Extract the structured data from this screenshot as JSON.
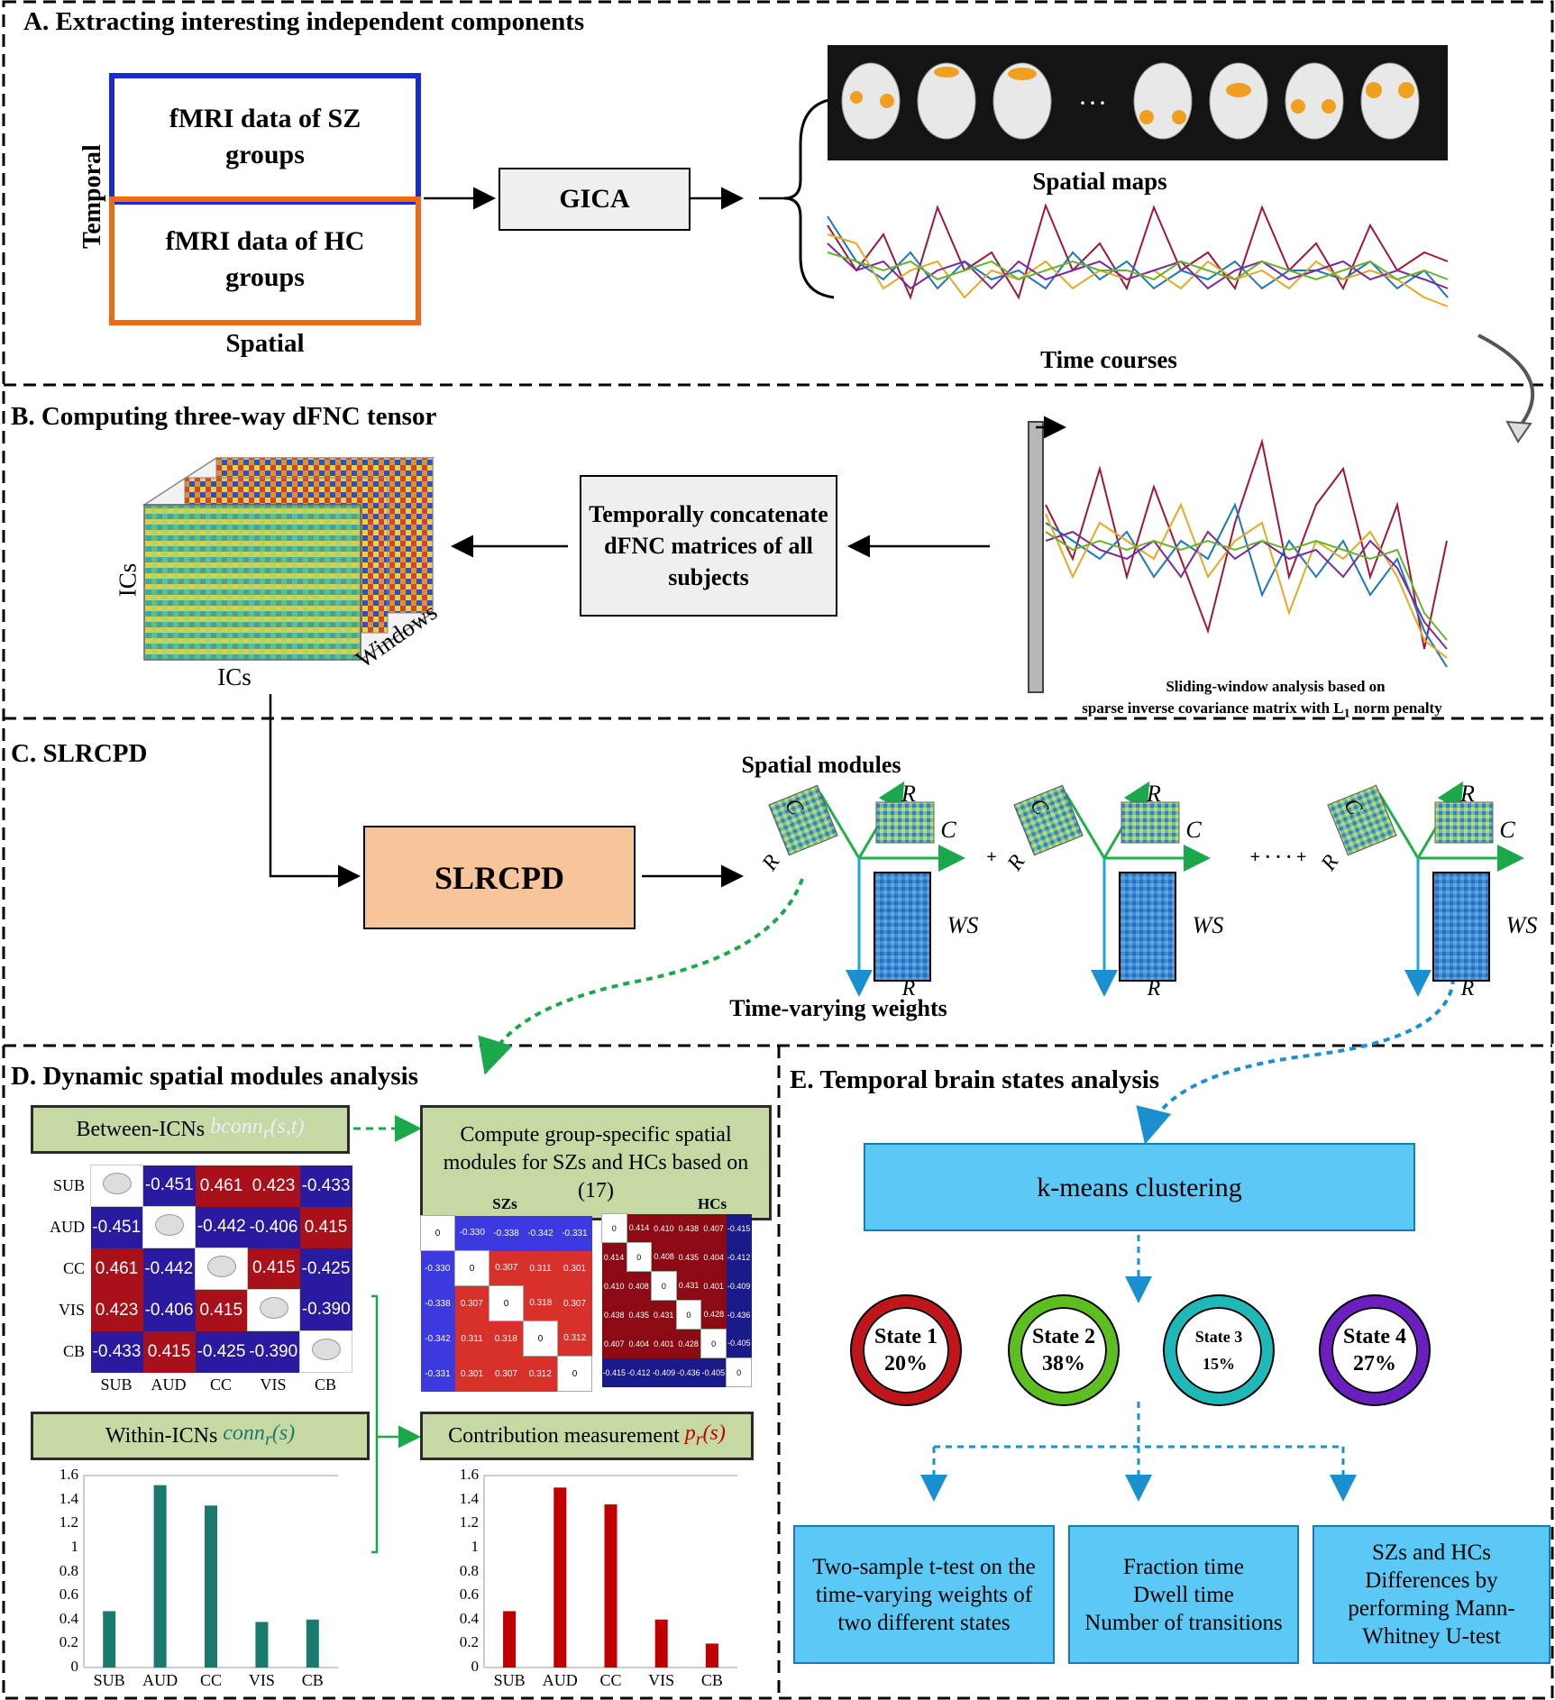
{
  "sections": {
    "a": "A. Extracting interesting independent components",
    "b": "B. Computing three-way dFNC tensor",
    "c": "C. SLRCPD",
    "d": "D. Dynamic spatial modules analysis",
    "e": "E. Temporal brain states analysis"
  },
  "panel_a": {
    "sz_data": "fMRI data of SZ groups",
    "hc_data": "fMRI data of HC groups",
    "temporal": "Temporal",
    "spatial": "Spatial",
    "gica": "GICA",
    "spatial_maps": "Spatial maps",
    "ellipsis": ". . .",
    "time_courses": "Time courses"
  },
  "panel_b": {
    "concat": "Temporally concatenate dFNC matrices of all subjects",
    "ics_y": "ICs",
    "ics_x": "ICs",
    "windows": "Windows",
    "caption1": "Sliding-window analysis based on",
    "caption2": "sparse inverse covariance matrix with L",
    "caption2_sub": "1",
    "caption2_tail": " norm penalty"
  },
  "panel_c": {
    "slrcpd": "SLRCPD",
    "spatial_modules": "Spatial modules",
    "time_varying": "Time-varying weights",
    "R": "R",
    "C": "C",
    "WS": "WS",
    "plus": "+",
    "dots_plus": "+ · · · +"
  },
  "panel_d": {
    "between_prefix": "Between-ICNs ",
    "between_func": "bconn",
    "between_args": "(s,t)",
    "compute": "Compute group-specific spatial modules for SZs and HCs based on (17)",
    "within_prefix": "Within-ICNs ",
    "within_func": "conn",
    "within_args": "(s)",
    "contrib_prefix": "Contribution measurement ",
    "contrib_func": "p",
    "contrib_args": "(s)",
    "sub_r": "r",
    "szs": "SZs",
    "hcs": "HCs",
    "networks": [
      "SUB",
      "AUD",
      "CC",
      "VIS",
      "CB"
    ],
    "between_matrix": [
      [
        null,
        -0.451,
        0.461,
        0.423,
        -0.433
      ],
      [
        -0.451,
        null,
        -0.442,
        -0.406,
        0.415
      ],
      [
        0.461,
        -0.442,
        null,
        0.415,
        -0.425
      ],
      [
        0.423,
        -0.406,
        0.415,
        null,
        -0.39
      ],
      [
        -0.433,
        0.415,
        -0.425,
        -0.39,
        null
      ]
    ],
    "sz_matrix": [
      [
        "0",
        "-0.330",
        "-0.338",
        "-0.342",
        "-0.331"
      ],
      [
        "-0.330",
        "0",
        "0.307",
        "0.311",
        "0.301"
      ],
      [
        "-0.338",
        "0.307",
        "0",
        "0.318",
        "0.307"
      ],
      [
        "-0.342",
        "0.311",
        "0.318",
        "0",
        "0.312"
      ],
      [
        "-0.331",
        "0.301",
        "0.307",
        "0.312",
        "0"
      ]
    ],
    "hc_matrix": [
      [
        "0",
        "0.414",
        "0.410",
        "0.438",
        "0.407",
        "-0.415"
      ],
      [
        "0.414",
        "0",
        "0.408",
        "0.435",
        "0.404",
        "-0.412"
      ],
      [
        "0.410",
        "0.408",
        "0",
        "0.431",
        "0.401",
        "-0.409"
      ],
      [
        "0.438",
        "0.435",
        "0.431",
        "0",
        "0.428",
        "-0.436"
      ],
      [
        "0.407",
        "0.404",
        "0.401",
        "0.428",
        "0",
        "-0.405"
      ],
      [
        "-0.415",
        "-0.412",
        "-0.409",
        "-0.436",
        "-0.405",
        "0"
      ]
    ]
  },
  "panel_e": {
    "kmeans": "k-means clustering",
    "states": [
      {
        "name": "State 1",
        "pct": "20%",
        "color": "#c0151b"
      },
      {
        "name": "State 2",
        "pct": "38%",
        "color": "#5cbf1f"
      },
      {
        "name": "State 3",
        "pct": "15%",
        "color": "#1fb8b8"
      },
      {
        "name": "State 4",
        "pct": "27%",
        "color": "#6b1fc0"
      }
    ],
    "box1": "Two-sample t-test on the time-varying weights of two different states",
    "box2_l1": "Fraction time",
    "box2_l2": "Dwell time",
    "box2_l3": "Number of transitions",
    "box3": "SZs and HCs Differences by performing Mann-Whitney U-test"
  },
  "chart_data": [
    {
      "type": "bar",
      "categories": [
        "SUB",
        "AUD",
        "CC",
        "VIS",
        "CB"
      ],
      "values": [
        0.47,
        1.52,
        1.35,
        0.38,
        0.4
      ],
      "ylim": [
        0,
        1.6
      ],
      "yticks": [
        "0",
        "0.2",
        "0.4",
        "0.6",
        "0.8",
        "1",
        "1.2",
        "1.4",
        "1.6"
      ],
      "color": "#1a7a6e"
    },
    {
      "type": "bar",
      "categories": [
        "SUB",
        "AUD",
        "CC",
        "VIS",
        "CB"
      ],
      "values": [
        0.47,
        1.5,
        1.36,
        0.4,
        0.2
      ],
      "ylim": [
        0,
        1.6
      ],
      "yticks": [
        "0",
        "0.2",
        "0.4",
        "0.6",
        "0.8",
        "1",
        "1.2",
        "1.4",
        "1.6"
      ],
      "color": "#c00000"
    }
  ]
}
